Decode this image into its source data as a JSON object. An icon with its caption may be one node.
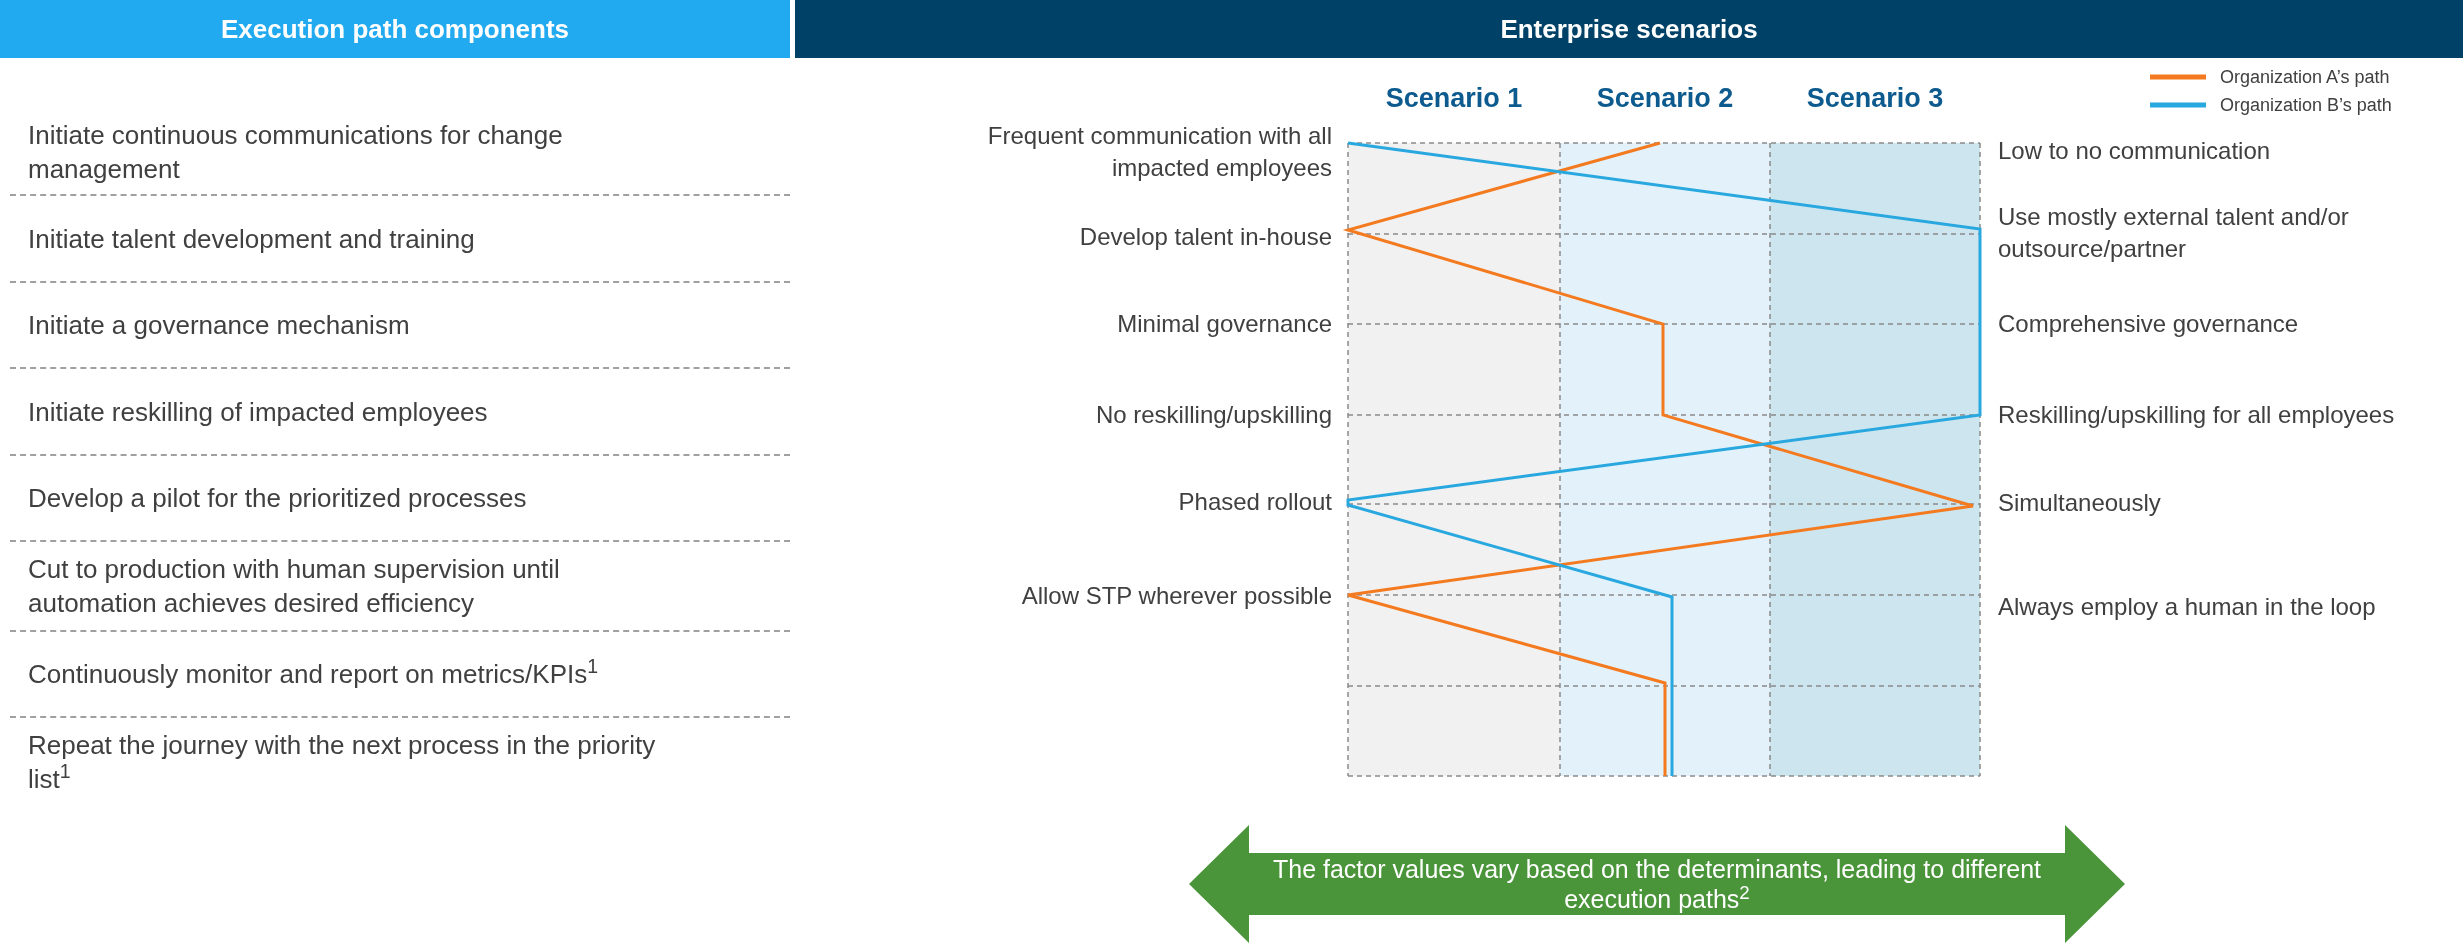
{
  "diagram": {
    "nodes": [
      {
        "text": [
          "Execution path components"
        ]
      },
      {
        "text": [
          "Enterprise scenarios"
        ]
      },
      {
        "text": [
          "The factor values vary based on the determinants, leading to different execution paths$^{2}$"
        ]
      }
    ],
    "labels": [
      "Initiate continuous communications for change management",
      "Initiate talent development and training",
      "Initiate a governance mechanism",
      "Initiate reskilling of impacted employees",
      "Develop a pilot for the prioritized processes",
      "Cut to production with human supervision until automation achieves desired efficiency",
      "Continuously monitor and report on metrics/KPIs$^{1}$",
      "Repeat the journey with the next process in the priority list$^{1}$",
      "Scenario 1",
      "Scenario 2",
      "Scenario 3",
      "Frequent communication with all impacted employees",
      "Low to no communication",
      "Develop talent in-house",
      "Use mostly external talent and/or outsource/partner",
      "Minimal governance",
      "Comprehensive governance",
      "No reskilling/upskilling",
      "Reskilling/upskilling for all employees",
      "Phased rollout",
      "Simultaneously",
      "Allow STP wherever possible",
      "Always employ a human in the loop"
    ],
    "legend": [
      {
        "text": "Organization A’s path"
      },
      {
        "text": "Organization B’s path"
      }
    ]
  }
}
